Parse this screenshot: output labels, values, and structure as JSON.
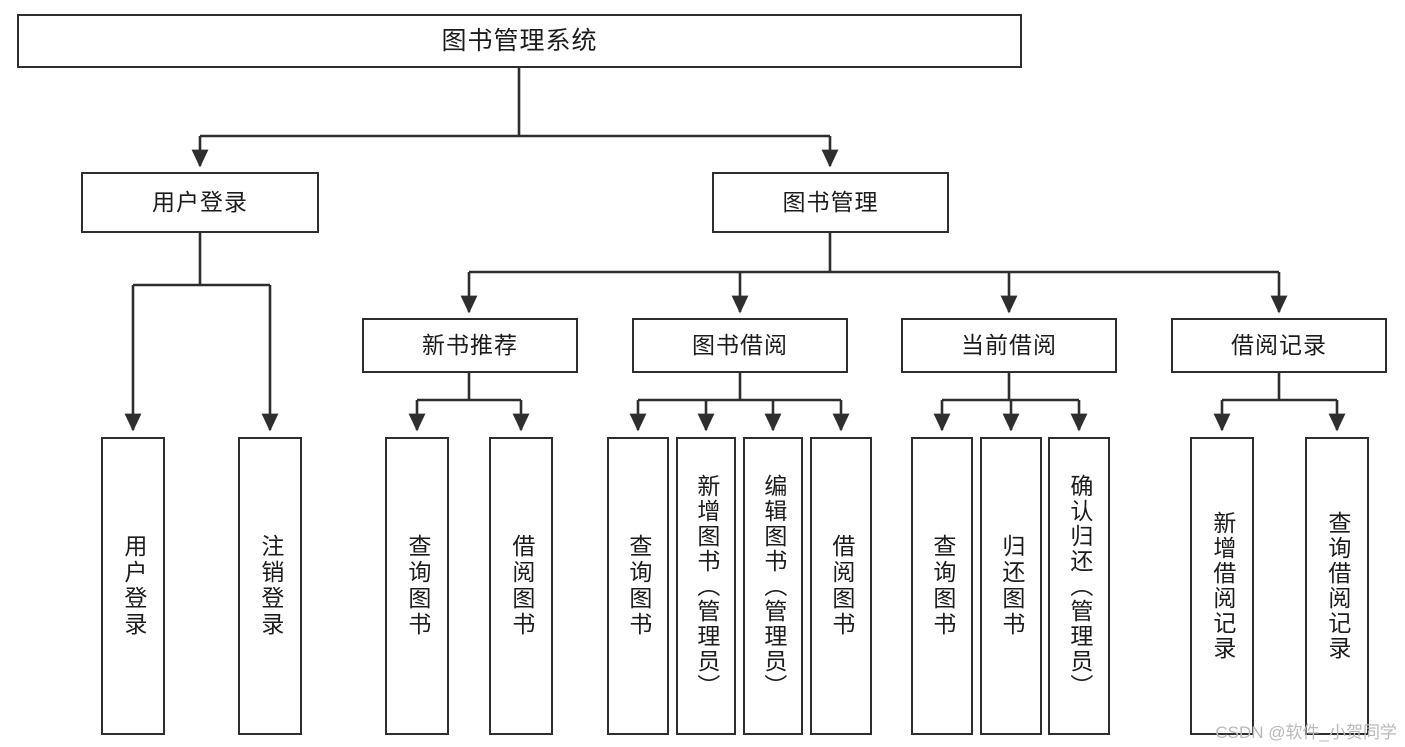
{
  "diagram": {
    "title": "图书管理系统",
    "type": "功能结构图",
    "root": {
      "label": "图书管理系统"
    },
    "level2": [
      {
        "label": "用户登录"
      },
      {
        "label": "图书管理"
      }
    ],
    "level3": [
      {
        "label": "新书推荐"
      },
      {
        "label": "图书借阅"
      },
      {
        "label": "当前借阅"
      },
      {
        "label": "借阅记录"
      }
    ],
    "leaves": {
      "user_login": [
        {
          "label": "用户登录"
        },
        {
          "label": "注销登录"
        }
      ],
      "new_book": [
        {
          "label": "查询图书"
        },
        {
          "label": "借阅图书"
        }
      ],
      "book_borrow": [
        {
          "label": "查询图书"
        },
        {
          "label": "新增图书（管理员）"
        },
        {
          "label": "编辑图书（管理员）"
        },
        {
          "label": "借阅图书"
        }
      ],
      "current_borrow": [
        {
          "label": "查询图书"
        },
        {
          "label": "归还图书"
        },
        {
          "label": "确认归还（管理员）"
        }
      ],
      "borrow_record": [
        {
          "label": "新增借阅记录"
        },
        {
          "label": "查询借阅记录"
        }
      ]
    }
  },
  "watermark": {
    "text": "CSDN @软件_小贺同学"
  },
  "colors": {
    "stroke": "#2e2e2e",
    "fill": "#ffffff",
    "text": "#1c1c1c",
    "watermark": "#b9b9b9"
  }
}
